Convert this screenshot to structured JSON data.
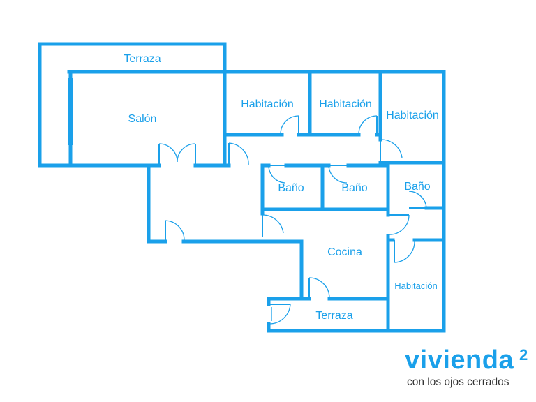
{
  "rooms": {
    "terraza_top": "Terraza",
    "salon": "Salón",
    "habitacion_1": "Habitación",
    "habitacion_2": "Habitación",
    "habitacion_3": "Habitación",
    "habitacion_4": "Habitación",
    "bano_1": "Baño",
    "bano_2": "Baño",
    "bano_3": "Baño",
    "cocina": "Cocina",
    "terraza_bottom": "Terraza"
  },
  "logo": {
    "brand": "vivienda",
    "superscript": "2",
    "tagline": "con los ojos cerrados"
  },
  "colors": {
    "wall": "#1aa0ea",
    "brand": "#1aa0ea",
    "tagline": "#333333",
    "background": "#ffffff"
  }
}
